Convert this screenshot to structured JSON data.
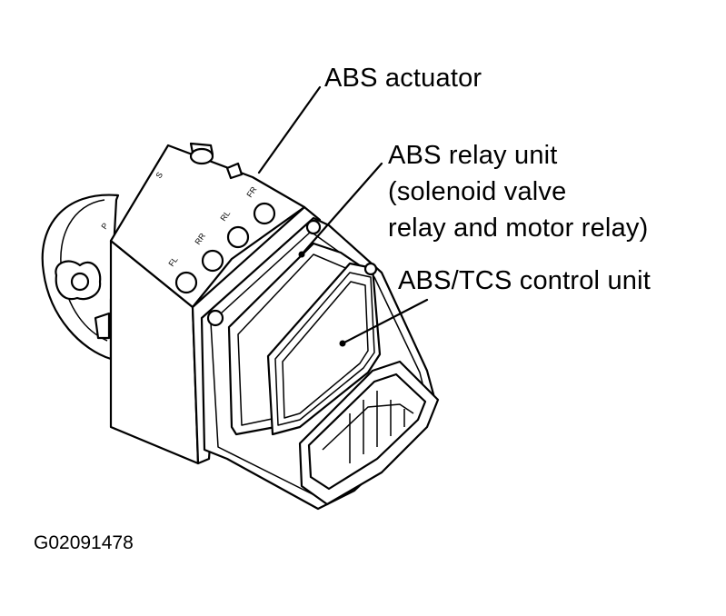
{
  "labels": {
    "actuator": "ABS actuator",
    "relay_line1": "ABS relay unit",
    "relay_line2": "(solenoid valve",
    "relay_line3": "relay and motor relay)",
    "control_unit": "ABS/TCS control unit"
  },
  "ports": {
    "fl": "FL",
    "rr": "RR",
    "rl": "RL",
    "fr": "FR",
    "p": "P",
    "s": "S"
  },
  "figure_id": "G02091478"
}
